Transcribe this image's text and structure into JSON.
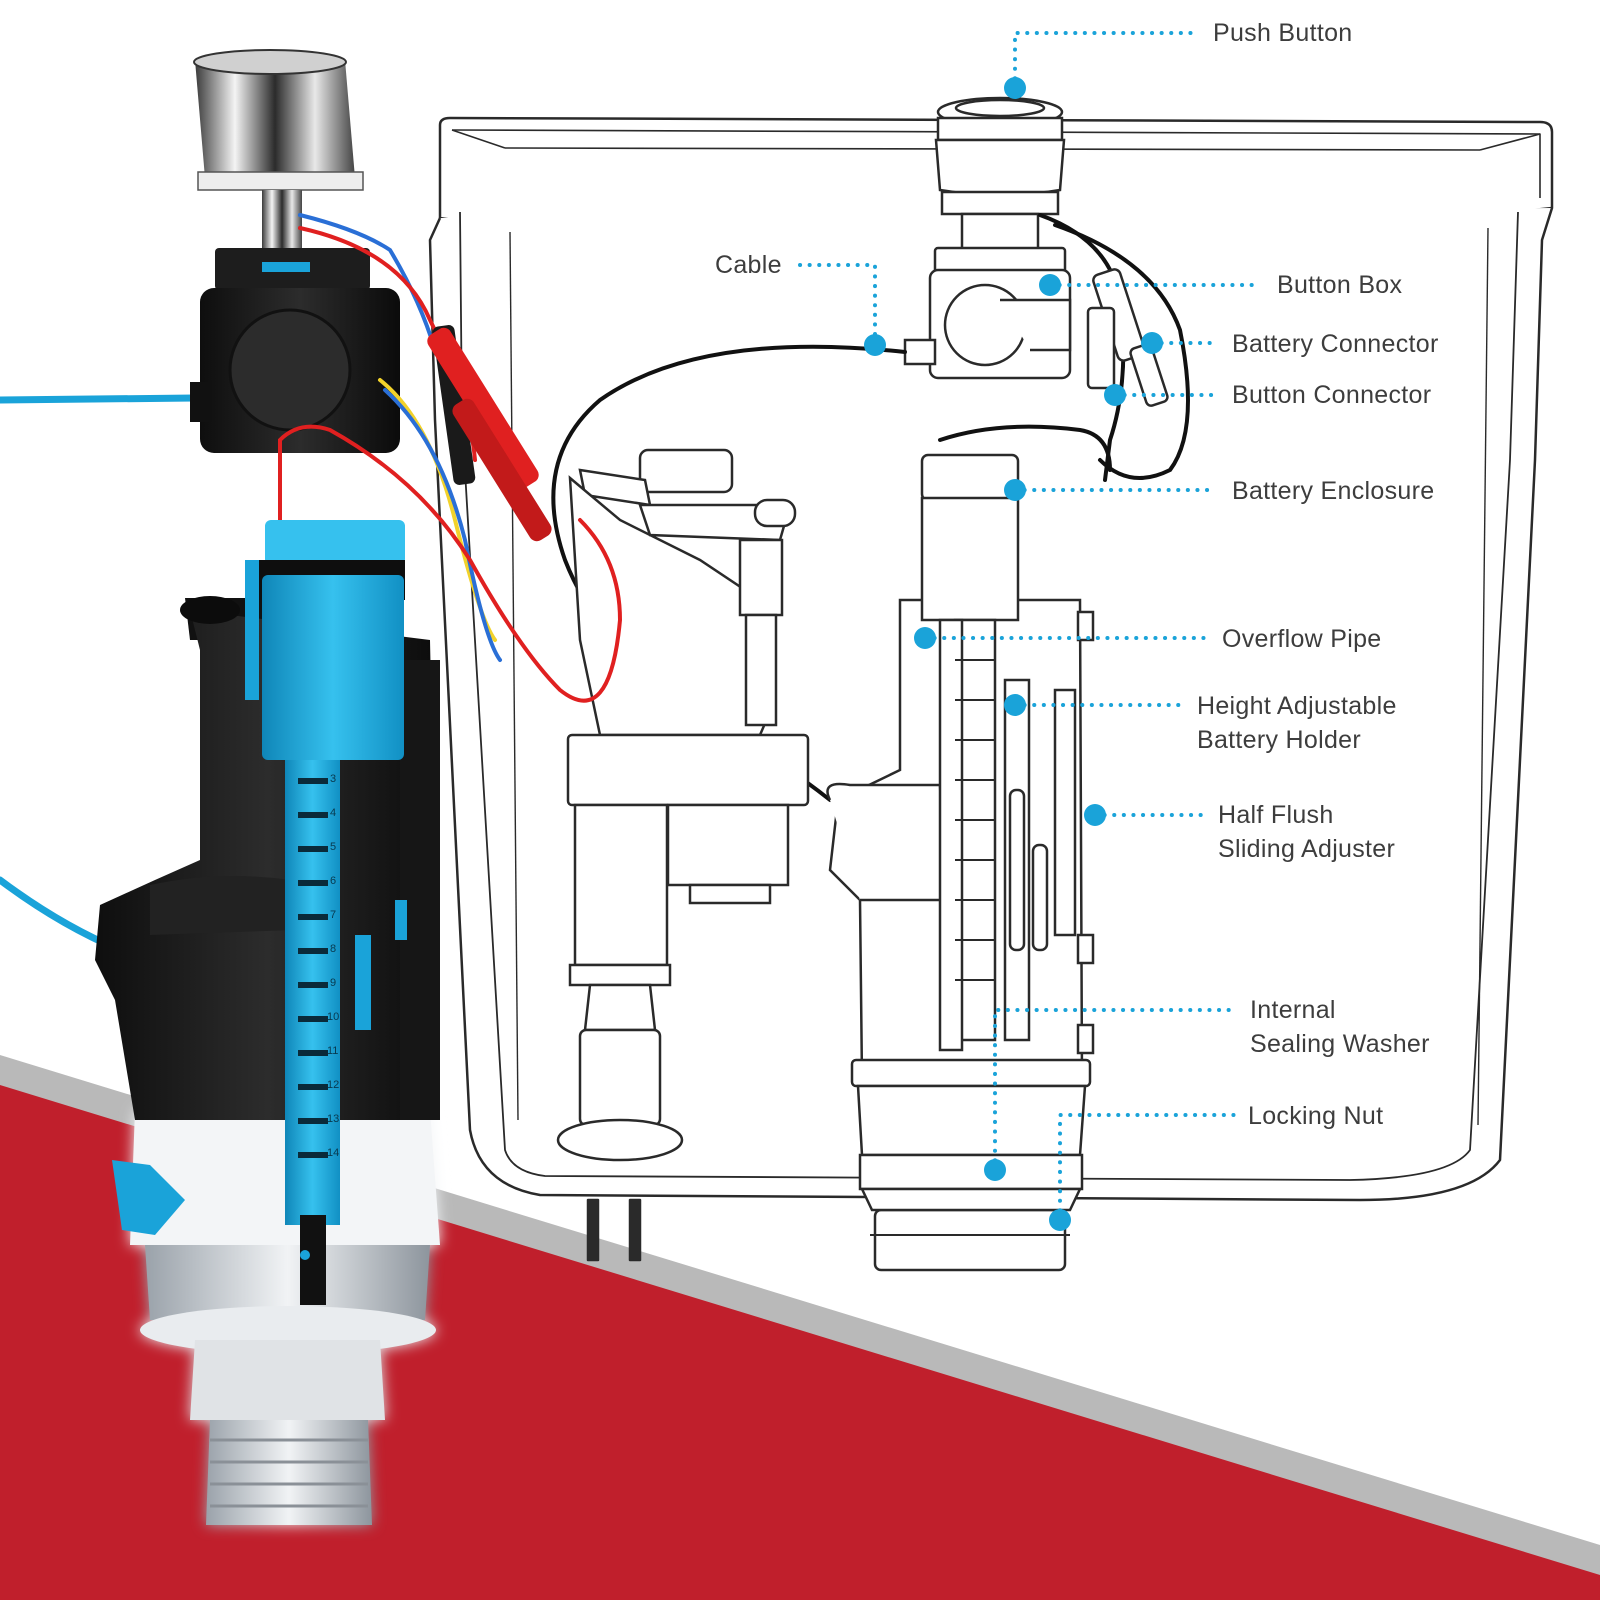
{
  "colors": {
    "accent": "#1aa3d9",
    "banner_red": "#c01f2c",
    "banner_gray": "#b9b9b9",
    "outline": "#2a2a2a",
    "label_text": "#3d3d3d",
    "wire_red": "#e02020",
    "wire_yellow": "#f2d22b",
    "wire_blue": "#2a6fd6"
  },
  "labels": {
    "push_button": "Push Button",
    "cable": "Cable",
    "button_box": "Button Box",
    "battery_connector": "Battery Connector",
    "button_connector": "Button Connector",
    "battery_enclosure": "Battery Enclosure",
    "overflow_pipe": "Overflow Pipe",
    "height_adjustable_1": "Height Adjustable",
    "height_adjustable_2": "Battery Holder",
    "half_flush_1": "Half Flush",
    "half_flush_2": "Sliding Adjuster",
    "internal_sealing_1": "Internal",
    "internal_sealing_2": "Sealing Washer",
    "locking_nut": "Locking Nut"
  },
  "scale_numbers": [
    "3",
    "4",
    "5",
    "6",
    "7",
    "8",
    "9",
    "10",
    "11",
    "12",
    "13",
    "14"
  ]
}
